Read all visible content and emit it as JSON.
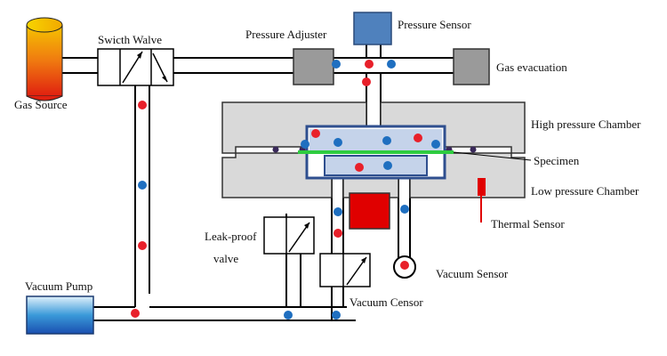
{
  "labels": {
    "gas_source": "Gas  Source",
    "switch_valve": "Swicth  Walve",
    "pressure_adjuster": "Pressure Adjuster",
    "pressure_sensor": "Pressure Sensor",
    "gas_evacuation": "Gas evacuation",
    "high_pressure_chamber": "High pressure Chamber",
    "specimen": "Specimen",
    "low_pressure_chamber": "Low pressure Chamber",
    "thermal_sensor": "Thermal Sensor",
    "leak_proof_valve_line1": "Leak-proof",
    "leak_proof_valve_line2": "valve",
    "vacuum_sensor": "Vacuum Sensor",
    "vacuum_pump": "Vacuum  Pump",
    "vacuum_censor": "Vacuum Censor"
  },
  "colors": {
    "red_particle": "#e8202a",
    "blue_particle": "#1f6fc0",
    "gas_source_top": "#f5c400",
    "gas_source_bottom": "#e02010",
    "pressure_sensor": "#4f81bd",
    "grey_component": "#9a9a9a",
    "chamber_fill": "#d9d9d9",
    "inner_cell_border": "#2f4f8f",
    "inner_cell_fill": "#c5d3ea",
    "specimen": "#2ecc40",
    "heater_block": "#e00000",
    "vacuum_pump_mid": "#3a9ad9"
  }
}
